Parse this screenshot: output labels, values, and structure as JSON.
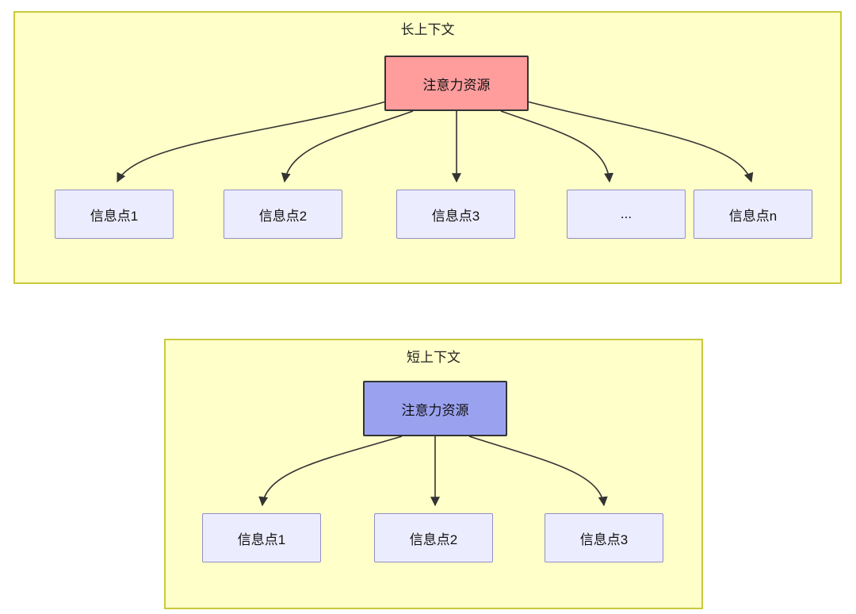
{
  "diagram": {
    "long_context": {
      "title": "长上下文",
      "source": {
        "label": "注意力资源"
      },
      "targets": [
        {
          "label": "信息点1"
        },
        {
          "label": "信息点2"
        },
        {
          "label": "信息点3"
        },
        {
          "label": "..."
        },
        {
          "label": "信息点n"
        }
      ]
    },
    "short_context": {
      "title": "短上下文",
      "source": {
        "label": "注意力资源"
      },
      "targets": [
        {
          "label": "信息点1"
        },
        {
          "label": "信息点2"
        },
        {
          "label": "信息点3"
        }
      ]
    }
  },
  "colors": {
    "container_fill": "#feffc9",
    "container_border": "#c9c93d",
    "node_fill": "#ececff",
    "node_border": "#938fc5",
    "source_border": "#333333",
    "long_source_fill": "#ff9d9d",
    "short_source_fill": "#9aa2f0",
    "arrow_color": "#333333"
  }
}
